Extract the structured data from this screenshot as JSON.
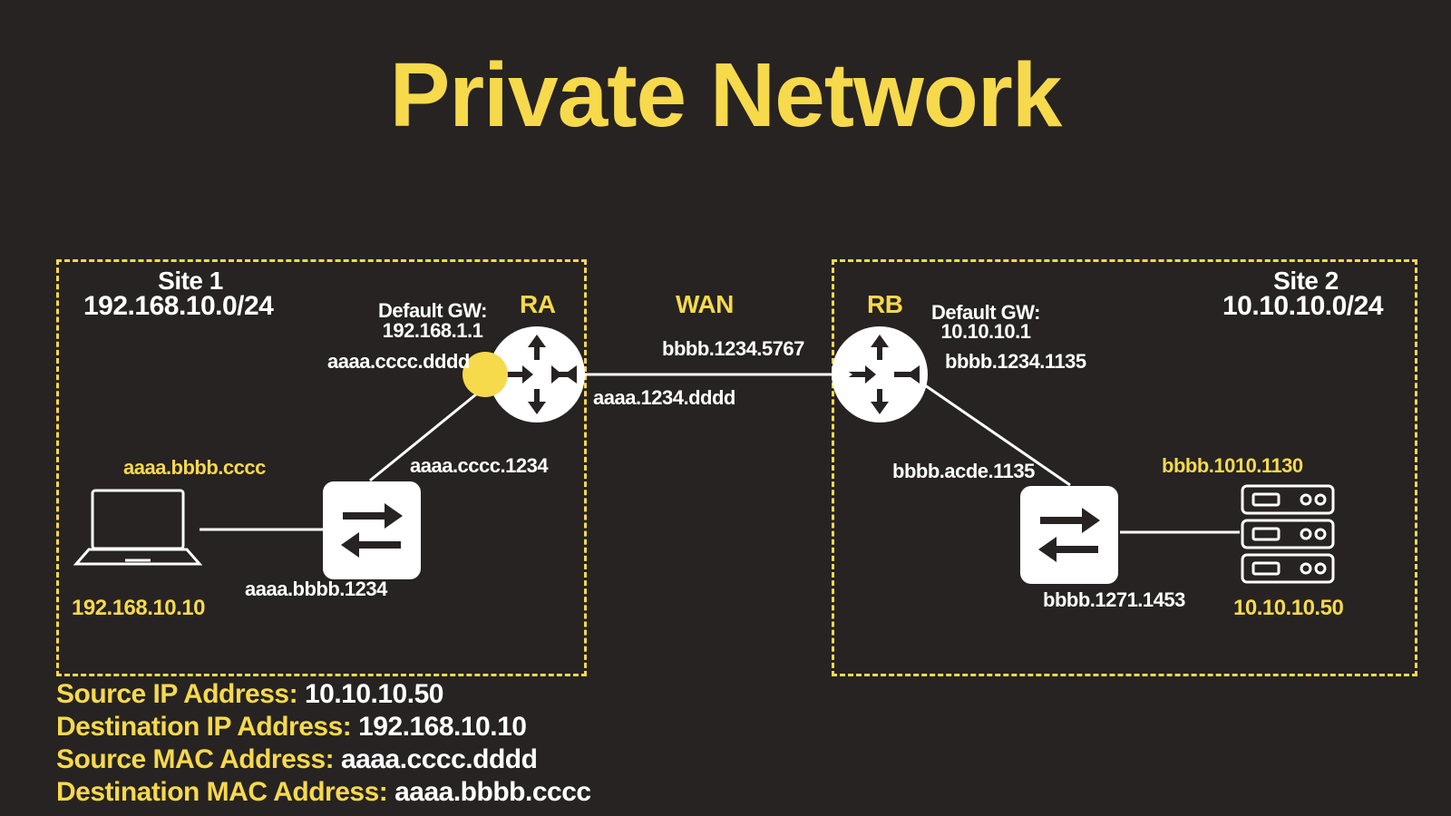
{
  "title": "Private Network",
  "site1": {
    "name": "Site 1",
    "subnet": "192.168.10.0/24",
    "default_gw_label": "Default GW:",
    "default_gw_ip": "192.168.1.1",
    "router_name": "RA",
    "router_lan_mac": "aaaa.cccc.dddd",
    "router_wan_mac": "aaaa.1234.dddd",
    "switch_uplink_mac": "aaaa.cccc.1234",
    "switch_port_mac": "aaaa.bbbb.1234",
    "laptop_mac": "aaaa.bbbb.cccc",
    "laptop_ip": "192.168.10.10"
  },
  "wan": {
    "label": "WAN",
    "rb_wan_mac": "bbbb.1234.5767"
  },
  "site2": {
    "name": "Site 2",
    "subnet": "10.10.10.0/24",
    "default_gw_label": "Default GW:",
    "default_gw_ip": "10.10.10.1",
    "router_name": "RB",
    "router_lan_mac": "bbbb.1234.1135",
    "switch_uplink_mac": "bbbb.acde.1135",
    "switch_port_mac": "bbbb.1271.1453",
    "server_mac": "bbbb.1010.1130",
    "server_ip": "10.10.10.50"
  },
  "packet_info": [
    {
      "label": "Source IP Address:",
      "value": " 10.10.10.50"
    },
    {
      "label": "Destination IP Address:",
      "value": "192.168.10.10"
    },
    {
      "label": "Source MAC Address:",
      "value": "aaaa.cccc.dddd"
    },
    {
      "label": "Destination MAC Address:",
      "value": "aaaa.bbbb.cccc"
    }
  ],
  "icons": {
    "router": "router-icon",
    "switch": "switch-icon",
    "laptop": "laptop-icon",
    "server": "server-icon",
    "highlight": "interface-highlight-dot"
  },
  "colors": {
    "background": "#262322",
    "accent": "#f7d94c",
    "text": "#ffffff"
  }
}
